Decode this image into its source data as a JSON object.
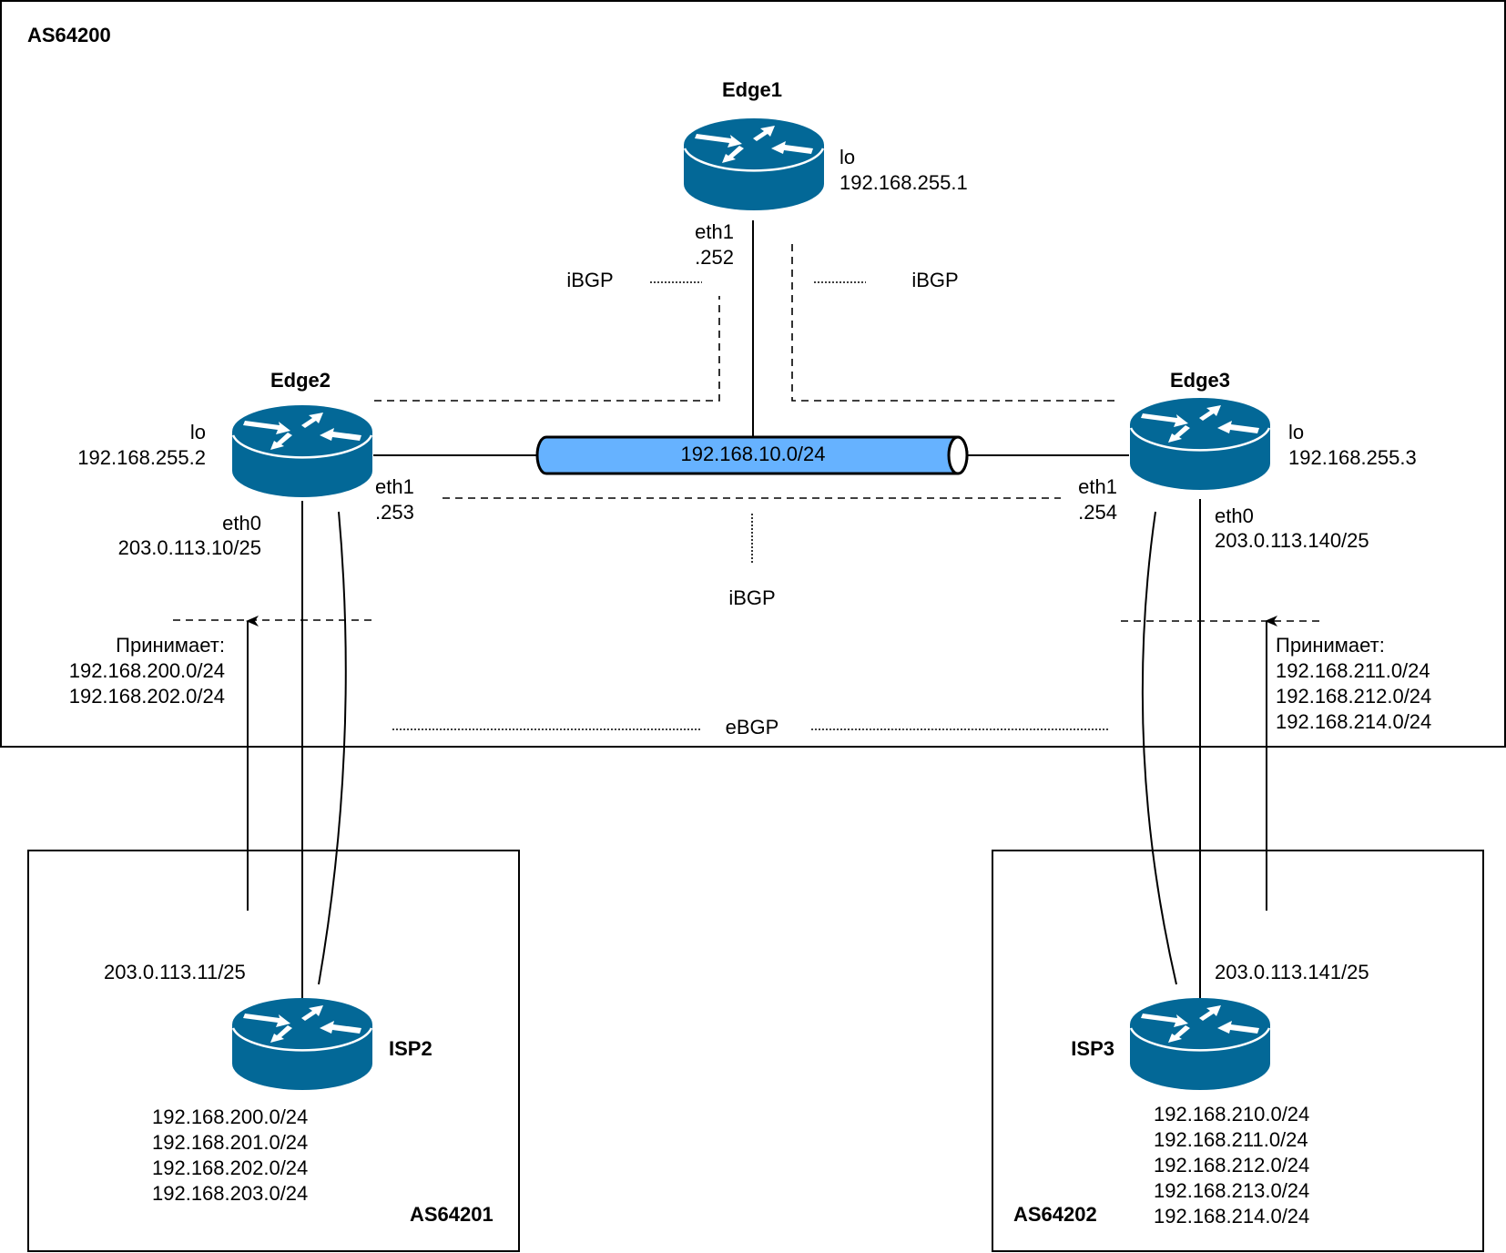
{
  "colors": {
    "router_fill": "#036897",
    "router_highlight": "#ffffff",
    "segment_fill": "#66b2ff",
    "line": "#000000"
  },
  "autonomous_systems": {
    "main": {
      "label": "AS64200"
    },
    "isp2": {
      "label": "AS64201"
    },
    "isp3": {
      "label": "AS64202"
    }
  },
  "routers": {
    "edge1": {
      "name": "Edge1",
      "icon": "router-icon",
      "lo_label": "lo",
      "lo_ip": "192.168.255.1",
      "eth1_label": "eth1",
      "eth1_ip": ".252"
    },
    "edge2": {
      "name": "Edge2",
      "icon": "router-icon",
      "lo_label": "lo",
      "lo_ip": "192.168.255.2",
      "eth1_label": "eth1",
      "eth1_ip": ".253",
      "eth0_label": "eth0",
      "eth0_ip": "203.0.113.10/25"
    },
    "edge3": {
      "name": "Edge3",
      "icon": "router-icon",
      "lo_label": "lo",
      "lo_ip": "192.168.255.3",
      "eth1_label": "eth1",
      "eth1_ip": ".254",
      "eth0_label": "eth0",
      "eth0_ip": "203.0.113.140/25"
    },
    "isp2": {
      "name": "ISP2",
      "icon": "router-icon",
      "link_ip": "203.0.113.11/25",
      "networks": [
        "192.168.200.0/24",
        "192.168.201.0/24",
        "192.168.202.0/24",
        "192.168.203.0/24"
      ]
    },
    "isp3": {
      "name": "ISP3",
      "icon": "router-icon",
      "link_ip": "203.0.113.141/25",
      "networks": [
        "192.168.210.0/24",
        "192.168.211.0/24",
        "192.168.212.0/24",
        "192.168.213.0/24",
        "192.168.214.0/24"
      ]
    }
  },
  "segment": {
    "label": "192.168.10.0/24"
  },
  "sessions": {
    "ibgp_left": "iBGP",
    "ibgp_right": "iBGP",
    "ibgp_bottom": "iBGP",
    "ebgp": "eBGP"
  },
  "accepts": {
    "edge2": {
      "title": "Принимает:",
      "prefixes": [
        "192.168.200.0/24",
        "192.168.202.0/24"
      ]
    },
    "edge3": {
      "title": "Принимает:",
      "prefixes": [
        "192.168.211.0/24",
        "192.168.212.0/24",
        "192.168.214.0/24"
      ]
    }
  }
}
